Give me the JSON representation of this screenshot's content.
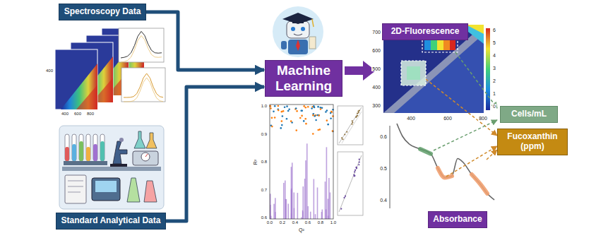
{
  "diagram": {
    "nodes": [
      {
        "text": [
          "Spectroscopy Data"
        ]
      },
      {
        "text": [
          "Standard Analytical Data"
        ]
      },
      {
        "text": [
          "Machine Learning"
        ]
      },
      {
        "text": [
          "2D-Fluorescence"
        ]
      },
      {
        "text": [
          "Absorbance"
        ]
      },
      {
        "text": [
          "Cells/mL"
        ]
      },
      {
        "text": [
          "Fucoxanthin (ppm)"
        ]
      }
    ],
    "edges": [
      {
        "from": 0,
        "to": 2,
        "arrow": "to"
      },
      {
        "from": 1,
        "to": 2,
        "arrow": "to"
      }
    ],
    "labels": [
      "700",
      "600",
      "500",
      "400",
      "300",
      "400",
      "600",
      "800",
      "6",
      "5",
      "4",
      "3",
      "2",
      "1",
      "0",
      "0.6",
      "0.5",
      "0.4",
      "1.0",
      "0.9",
      "0.8",
      "0.7",
      "0.6",
      "0.0",
      "0.2",
      "0.4",
      "0.6",
      "0.8",
      "1.0",
      "R²",
      "Q²",
      "400",
      "400",
      "600",
      "800"
    ]
  }
}
